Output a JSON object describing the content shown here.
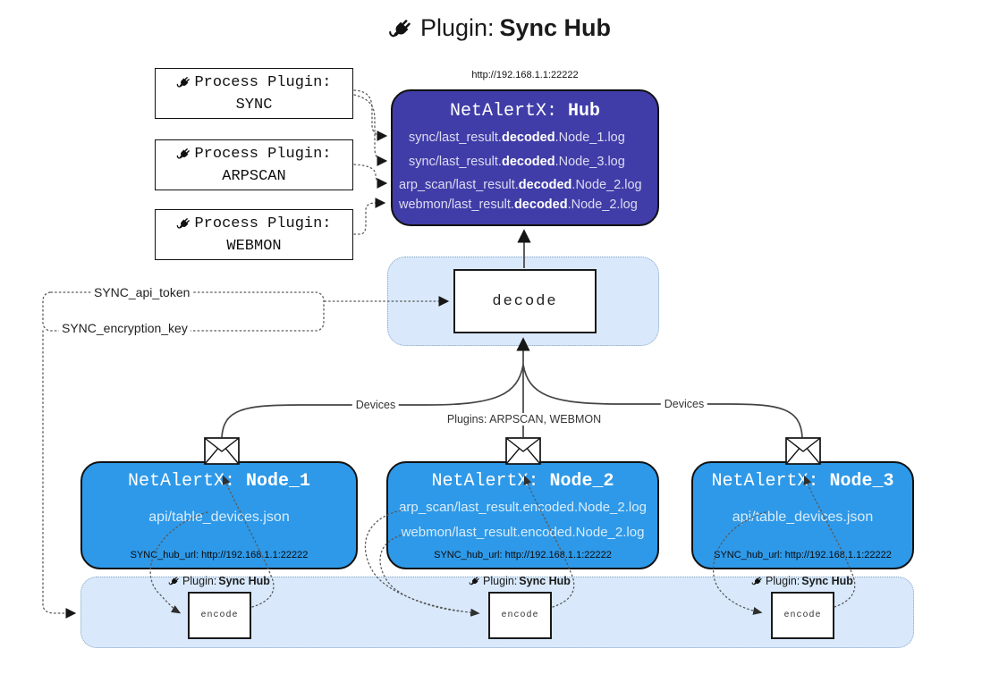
{
  "title": {
    "prefix": "Plugin: ",
    "bold": "Sync Hub"
  },
  "process_plugins": [
    {
      "label": "Process Plugin:",
      "name": "SYNC"
    },
    {
      "label": "Process Plugin:",
      "name": "ARPSCAN"
    },
    {
      "label": "Process Plugin:",
      "name": "WEBMON"
    }
  ],
  "hub": {
    "url": "http://192.168.1.1:22222",
    "title_prefix": "NetAlertX: ",
    "title_bold": "Hub",
    "lines": [
      {
        "pre": "sync/last_result.",
        "bold": "decoded",
        "post": ".Node_1.log"
      },
      {
        "pre": "sync/last_result.",
        "bold": "decoded",
        "post": ".Node_3.log"
      },
      {
        "pre": "arp_scan/last_result.",
        "bold": "decoded",
        "post": ".Node_2.log"
      },
      {
        "pre": "webmon/last_result.",
        "bold": "decoded",
        "post": ".Node_2.log"
      }
    ]
  },
  "decode": {
    "label": "decode"
  },
  "tokens": {
    "api_token": "SYNC_api_token",
    "encryption_key": "SYNC_encryption_key"
  },
  "edges": {
    "devices_left": "Devices",
    "plugins_center": "Plugins: ARPSCAN, WEBMON",
    "devices_right": "Devices"
  },
  "nodes": [
    {
      "title_prefix": "NetAlertX: ",
      "title_bold": "Node_1",
      "lines": [
        "api/table_devices.json"
      ],
      "url": "SYNC_hub_url: http://192.168.1.1:22222"
    },
    {
      "title_prefix": "NetAlertX: ",
      "title_bold": "Node_2",
      "lines": [
        "arp_scan/last_result.encoded.Node_2.log",
        "webmon/last_result.encoded.Node_2.log"
      ],
      "url": "SYNC_hub_url: http://192.168.1.1:22222"
    },
    {
      "title_prefix": "NetAlertX: ",
      "title_bold": "Node_3",
      "lines": [
        "api/table_devices.json"
      ],
      "url": "SYNC_hub_url: http://192.168.1.1:22222"
    }
  ],
  "encode": {
    "plugin_prefix": "Plugin: ",
    "plugin_bold": "Sync Hub",
    "label": "encode"
  },
  "colors": {
    "hub_fill": "#403da8",
    "node_fill": "#2e99e8",
    "container_fill": "#d9e9fb",
    "container_border": "#86a4c4",
    "line": "#444444"
  }
}
